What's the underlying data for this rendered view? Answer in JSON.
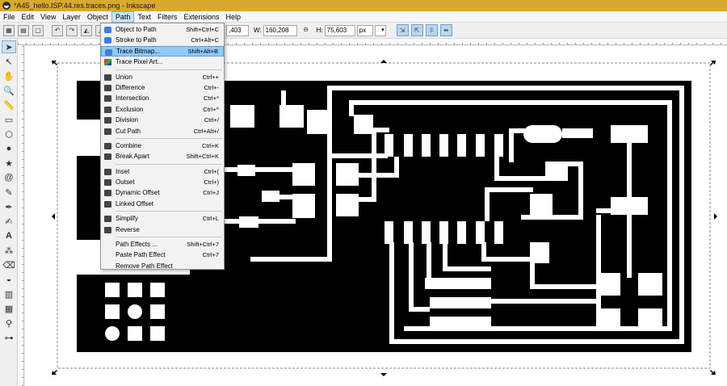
{
  "window": {
    "title": "*A45_hello.ISP.44.res.traces.png - Inkscape"
  },
  "menubar": [
    "File",
    "Edit",
    "View",
    "Layer",
    "Object",
    "Path",
    "Text",
    "Filters",
    "Extensions",
    "Help"
  ],
  "toolbar": {
    "x_value": ",403",
    "w_label": "W:",
    "w_value": "160,208",
    "h_label": "H:",
    "h_value": "75,603",
    "unit": "px"
  },
  "path_menu": {
    "groups": [
      [
        {
          "label": "Object to Path",
          "shortcut": "Shift+Ctrl+C",
          "icon": "object-to-path-icon"
        },
        {
          "label": "Stroke to Path",
          "shortcut": "Ctrl+Alt+C",
          "icon": "stroke-to-path-icon"
        },
        {
          "label": "Trace Bitmap...",
          "shortcut": "Shift+Alt+B",
          "icon": "trace-bitmap-icon",
          "highlighted": true
        },
        {
          "label": "Trace Pixel Art...",
          "shortcut": "",
          "icon": "trace-pixel-art-icon"
        }
      ],
      [
        {
          "label": "Union",
          "shortcut": "Ctrl++",
          "icon": "union-icon"
        },
        {
          "label": "Difference",
          "shortcut": "Ctrl+-",
          "icon": "difference-icon"
        },
        {
          "label": "Intersection",
          "shortcut": "Ctrl+*",
          "icon": "intersection-icon"
        },
        {
          "label": "Exclusion",
          "shortcut": "Ctrl+^",
          "icon": "exclusion-icon"
        },
        {
          "label": "Division",
          "shortcut": "Ctrl+/",
          "icon": "division-icon"
        },
        {
          "label": "Cut Path",
          "shortcut": "Ctrl+Alt+/",
          "icon": "cut-path-icon"
        }
      ],
      [
        {
          "label": "Combine",
          "shortcut": "Ctrl+K",
          "icon": "combine-icon"
        },
        {
          "label": "Break Apart",
          "shortcut": "Shift+Ctrl+K",
          "icon": "break-apart-icon"
        }
      ],
      [
        {
          "label": "Inset",
          "shortcut": "Ctrl+(",
          "icon": "inset-icon"
        },
        {
          "label": "Outset",
          "shortcut": "Ctrl+)",
          "icon": "outset-icon"
        },
        {
          "label": "Dynamic Offset",
          "shortcut": "Ctrl+J",
          "icon": "dynamic-offset-icon"
        },
        {
          "label": "Linked Offset",
          "shortcut": "",
          "icon": "linked-offset-icon"
        }
      ],
      [
        {
          "label": "Simplify",
          "shortcut": "Ctrl+L",
          "icon": "simplify-icon"
        },
        {
          "label": "Reverse",
          "shortcut": "",
          "icon": "reverse-icon"
        }
      ],
      [
        {
          "label": "Path Effects ...",
          "shortcut": "Shift+Ctrl+7",
          "icon": ""
        },
        {
          "label": "Paste Path Effect",
          "shortcut": "Ctrl+7",
          "icon": ""
        },
        {
          "label": "Remove Path Effect",
          "shortcut": "",
          "icon": ""
        }
      ]
    ]
  },
  "colors": {
    "titlebar": "#d8a92e",
    "menu_highlight": "#91c9f7",
    "board": "#000000",
    "canvas": "#ffffff"
  }
}
